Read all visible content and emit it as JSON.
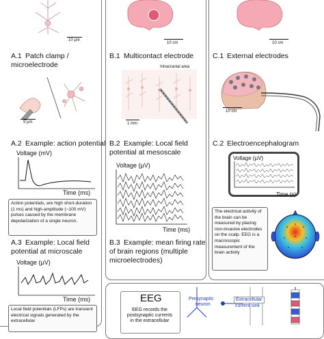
{
  "column_a": {
    "scale_top": "10 µm",
    "a1": {
      "num": "A.1",
      "line1": "Patch clamp /",
      "line2": "microelectrode",
      "scale": "5 µm"
    },
    "a2": {
      "num": "A.2",
      "title": "Example: action potential",
      "ylabel": "Voltage (mV)",
      "xlabel": "Time (ms)",
      "note": "Action potentials, are high short-duration (1 ms) and high-amplitude (~100 mV) pulses caused by the membrane depolarization of a single neuron."
    },
    "a3": {
      "num": "A.3",
      "line1": "Example: Local field",
      "line2": "potential at microscale",
      "ylabel": "Voltage (µV)",
      "xlabel": "Time (ms)",
      "note": "Local field potentials (LFPs) are transient electrical signals generated by the extracellular"
    }
  },
  "column_b": {
    "scale_top": "10 cm",
    "b1": {
      "num": "B.1",
      "title": "Multicontact electrode",
      "area_label": "Intracranial area",
      "scale": "1 mm"
    },
    "b2": {
      "num": "B.2",
      "line1": "Example: Local field",
      "line2": "potential at mesoscale",
      "ylabel": "Voltage (µV)",
      "xlabel": "Time (ms)"
    },
    "b3": {
      "num": "B.3",
      "line1": "Example: mean firing rate",
      "line2": "of brain regions (multiple",
      "line3": "microelectrodes)"
    }
  },
  "column_c": {
    "scale_top": "10 cm",
    "c1": {
      "num": "C.1",
      "title": "External electrodes",
      "scale": "10 cm"
    },
    "c2": {
      "num": "C.2",
      "title": "Electroencephalogram",
      "ylabel": "Voltage (µV)",
      "xlabel": "Time (s)",
      "note": "The electrical activity of the brain can be measured by placing non-invasive electrodes on the scalp. EEG is a macroscopic measurement of the brain activity"
    }
  },
  "bottom": {
    "eeg_title": "EEG",
    "eeg_text": "EEG records the postsynaptic currents in the extracellular",
    "presynaptic": "Presynaptic",
    "neuron": "neuron",
    "extracellular": "Extracellular",
    "current_sink": "current sink"
  },
  "colors": {
    "panel_border": "#777777",
    "brain_pink": "#f4a9b4",
    "brain_red": "#e05a78",
    "scalp_cool": "#2a4fd8",
    "scalp_hot": "#e8301e",
    "label_blue": "#1f3fbf"
  }
}
